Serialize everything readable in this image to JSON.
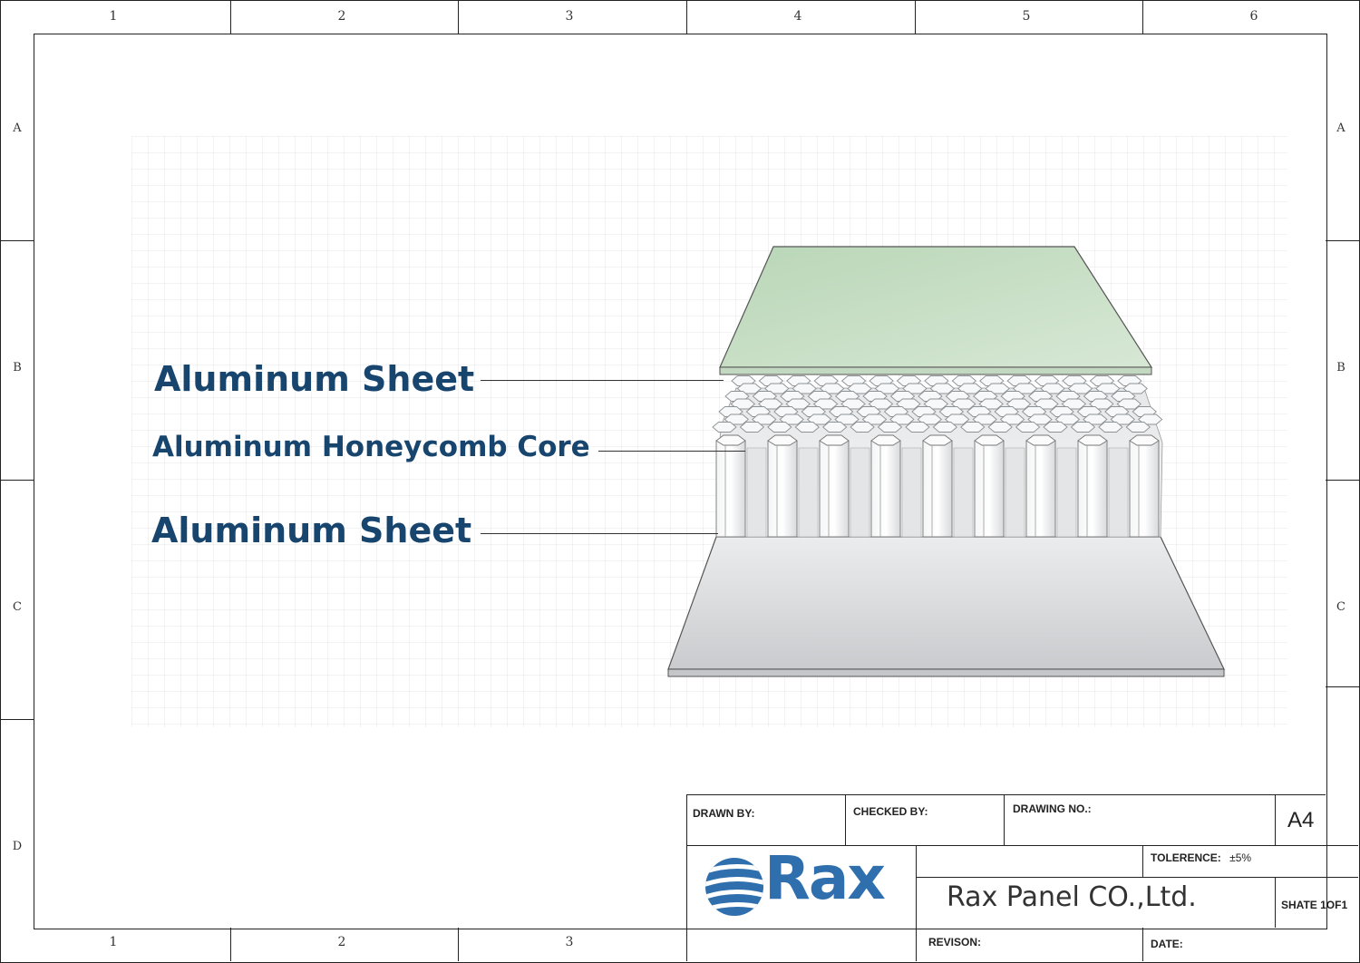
{
  "frame": {
    "columns": [
      "1",
      "2",
      "3",
      "4",
      "5",
      "6"
    ],
    "bottom_columns": [
      "1",
      "2",
      "3"
    ],
    "rows": [
      "A",
      "B",
      "C",
      "D"
    ],
    "right_rows": [
      "A",
      "B",
      "C"
    ]
  },
  "labels": {
    "top_sheet": "Aluminum Sheet",
    "core": "Aluminum Honeycomb Core",
    "bottom_sheet": "Aluminum Sheet"
  },
  "colors": {
    "label": "#17456e",
    "top_sheet": "#cfe3cd",
    "bottom_sheet": "#d9dbdd",
    "logo": "#2f6fae"
  },
  "title_block": {
    "drawn_by": "DRAWN BY:",
    "checked_by": "CHECKED BY:",
    "drawing_no": "DRAWING NO.:",
    "sheet_size": "A4",
    "logo_text": "Rax",
    "tolerance_label": "TOLERENCE:",
    "tolerance_value": "±5%",
    "company": "Rax Panel CO.,Ltd.",
    "sheet": "SHATE 1OF1",
    "revision": "REVISON:",
    "date": "DATE:"
  }
}
